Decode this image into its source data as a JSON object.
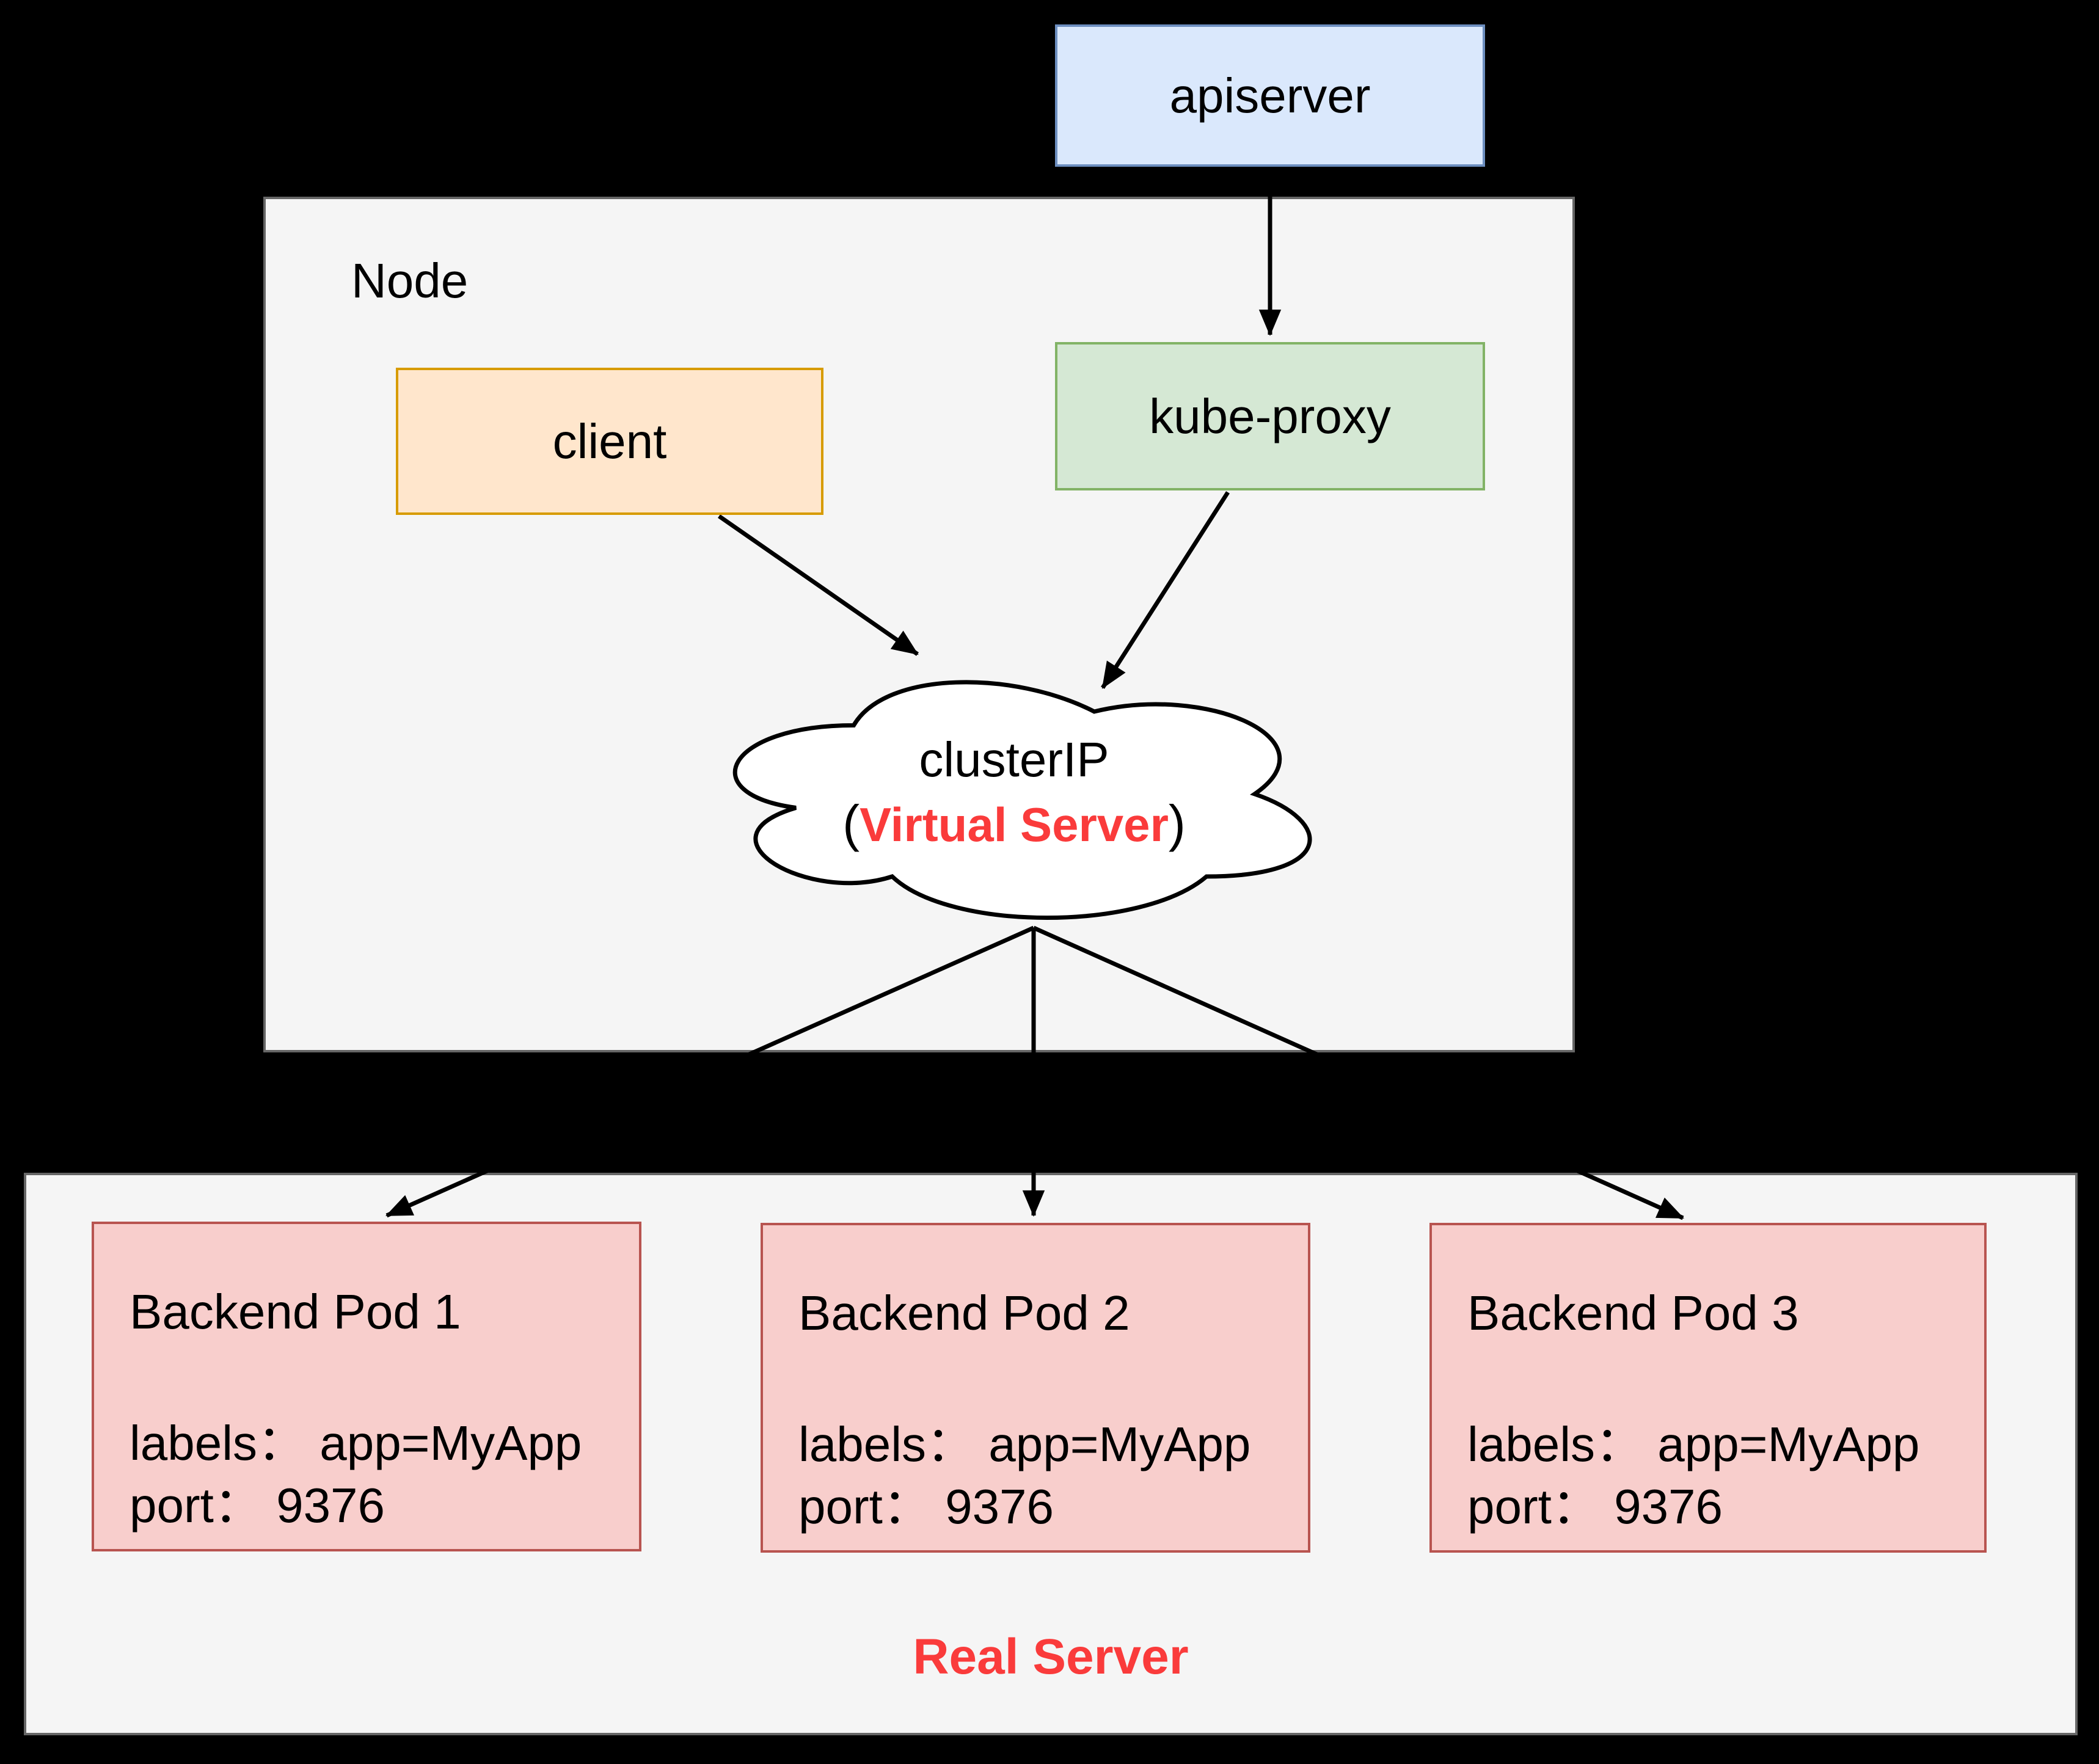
{
  "diagram": {
    "background": "#000000",
    "apiserver": {
      "label": "apiserver",
      "fill": "#dae8fc",
      "stroke": "#6c8ebf"
    },
    "node_container": {
      "label": "Node",
      "fill": "#f5f5f5",
      "stroke": "#666666"
    },
    "client": {
      "label": "client",
      "fill": "#ffe6cc",
      "stroke": "#d79b00"
    },
    "kube_proxy": {
      "label": "kube-proxy",
      "fill": "#d5e8d4",
      "stroke": "#82b366"
    },
    "cluster_ip": {
      "line1": "clusterIP",
      "paren_open": "(",
      "highlight": "Virtual Server",
      "paren_close": ")",
      "fill": "#ffffff",
      "stroke": "#000000",
      "highlight_color": "#fa3b3b"
    },
    "real_server": {
      "label": "Real Server",
      "label_color": "#fa3b3b",
      "fill": "#f5f5f5",
      "stroke": "#666666"
    },
    "pods": [
      {
        "title": "Backend Pod 1",
        "labels_line": "labels： app=MyApp",
        "port_line": "port： 9376",
        "fill": "#f8cecc",
        "stroke": "#b85450"
      },
      {
        "title": "Backend Pod 2",
        "labels_line": "labels： app=MyApp",
        "port_line": "port： 9376",
        "fill": "#f8cecc",
        "stroke": "#b85450"
      },
      {
        "title": "Backend Pod 3",
        "labels_line": "labels： app=MyApp",
        "port_line": "port： 9376",
        "fill": "#f8cecc",
        "stroke": "#b85450"
      }
    ],
    "edges": [
      {
        "from": "apiserver",
        "to": "kube-proxy"
      },
      {
        "from": "client",
        "to": "clusterIP"
      },
      {
        "from": "kube-proxy",
        "to": "clusterIP"
      },
      {
        "from": "clusterIP",
        "to": "Backend Pod 1"
      },
      {
        "from": "clusterIP",
        "to": "Backend Pod 2"
      },
      {
        "from": "clusterIP",
        "to": "Backend Pod 3"
      }
    ]
  }
}
